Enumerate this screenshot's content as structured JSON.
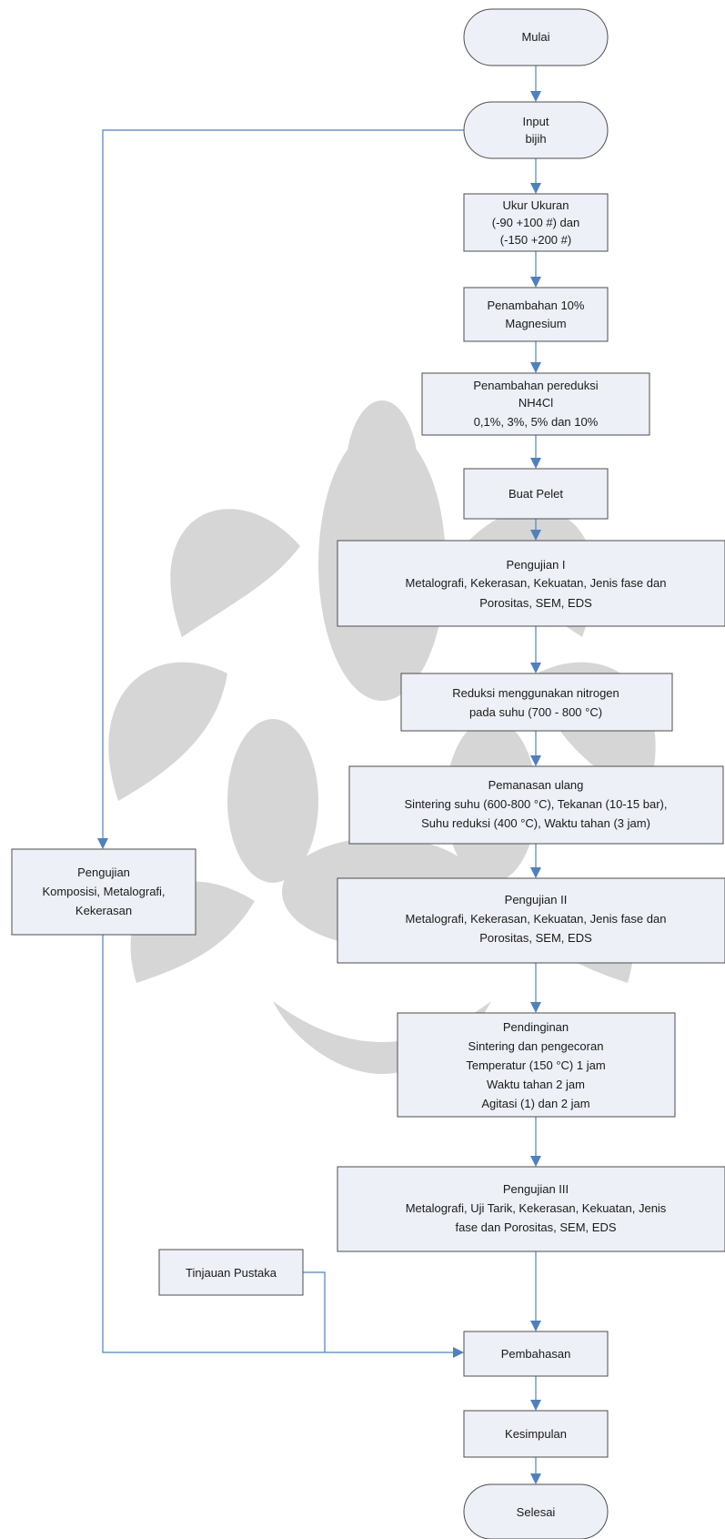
{
  "diagram": {
    "nodes": {
      "start": {
        "label": "Mulai"
      },
      "input": {
        "lines": [
          "Input",
          "bijih"
        ]
      },
      "sizing": {
        "lines": [
          "Ukur Ukuran",
          "(-90 +100 #) dan",
          "(-150 +200 #)"
        ]
      },
      "mix1": {
        "lines": [
          "Penambahan 10%",
          "Magnesium"
        ]
      },
      "mix2": {
        "lines": [
          "Penambahan pereduksi",
          "NH4Cl",
          "0,1%, 3%, 5% dan 10%"
        ]
      },
      "pellet": {
        "lines": [
          "Buat Pelet"
        ]
      },
      "test1": {
        "lines": [
          "Pengujian I",
          "Metalografi, Kekerasan, Kekuatan, Jenis fase dan",
          "Porositas, SEM, EDS"
        ]
      },
      "reduction": {
        "lines": [
          "Reduksi menggunakan nitrogen",
          "pada suhu (700 - 800 °C)"
        ]
      },
      "sintering": {
        "lines": [
          "Pemanasan ulang",
          "Sintering suhu (600-800 °C), Tekanan (10-15 bar),",
          "Suhu reduksi (400 °C), Waktu tahan (3 jam)"
        ]
      },
      "test2": {
        "lines": [
          "Pengujian II",
          "Metalografi, Kekerasan, Kekuatan, Jenis fase dan",
          "Porositas, SEM, EDS"
        ]
      },
      "holding": {
        "lines": [
          "Pendinginan",
          "Sintering dan pengecoran",
          "Temperatur (150 °C) 1 jam",
          "Waktu tahan 2 jam",
          "Agitasi (1) dan 2 jam"
        ]
      },
      "test3": {
        "lines": [
          "Pengujian III",
          "Metalografi, Uji Tarik, Kekerasan, Kekuatan, Jenis",
          "fase dan Porositas, SEM, EDS"
        ]
      },
      "literature": {
        "lines": [
          "Tinjauan Pustaka"
        ]
      },
      "side_test": {
        "lines": [
          "Pengujian",
          "Komposisi, Metalografi,",
          "Kekerasan"
        ]
      },
      "discussion": {
        "lines": [
          "Pembahasan"
        ]
      },
      "conclusion": {
        "lines": [
          "Kesimpulan"
        ]
      },
      "end": {
        "label": "Selesai"
      }
    },
    "colors": {
      "box_fill": "#eef0f8",
      "box_stroke": "#4d4d4d",
      "arrow": "#4f81bd",
      "watermark": "#c8c8c8"
    }
  }
}
